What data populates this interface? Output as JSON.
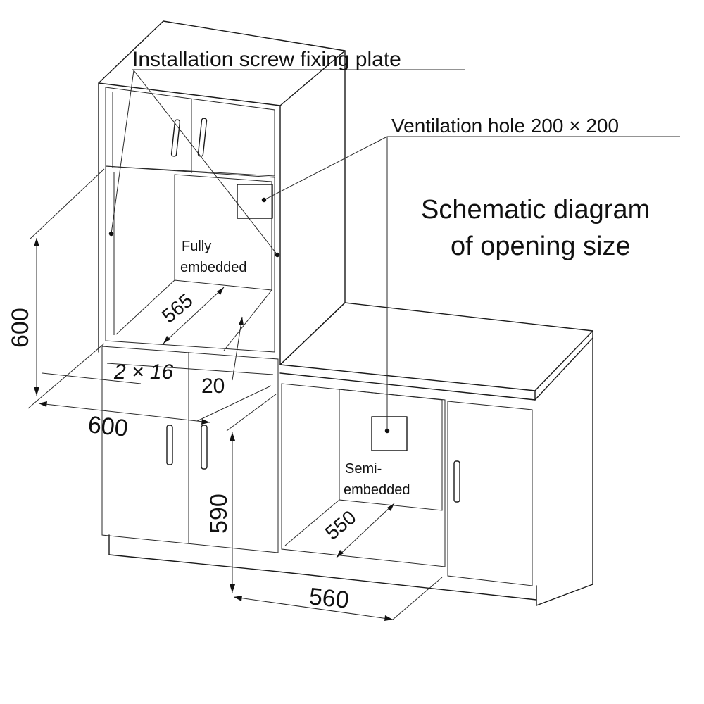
{
  "labels": {
    "installation_plate": "Installation screw fixing plate",
    "ventilation_hole": "Ventilation hole 200 × 200",
    "title_line1": "Schematic diagram",
    "title_line2": "of opening size",
    "fully_line1": "Fully",
    "fully_line2": "embedded",
    "semi_line1": "Semi-",
    "semi_line2": "embedded"
  },
  "dimensions": {
    "height_full": "600",
    "depth_full": "565",
    "gap": "2 × 16",
    "offset": "20",
    "width_full": "600",
    "height_semi": "590",
    "depth_semi": "550",
    "width_semi": "560"
  }
}
